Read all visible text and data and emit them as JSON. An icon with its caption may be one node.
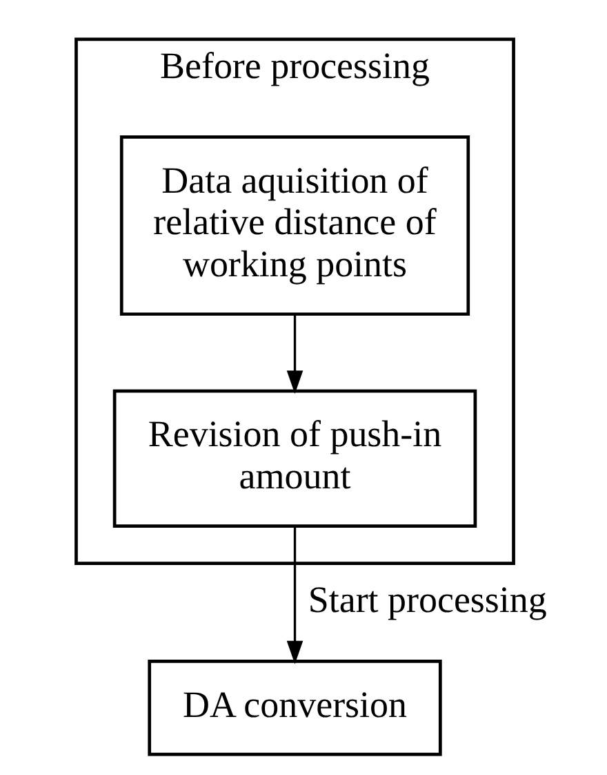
{
  "diagram": {
    "nodes": [
      {
        "text": [
          "Before processing"
        ]
      },
      {
        "text": [
          "Data aquisition of relative distance of working points"
        ],
        "in": 0
      },
      {
        "text": [
          "Revision of push-in amount"
        ],
        "in": 0
      },
      {
        "text": [
          "DA conversion"
        ]
      }
    ],
    "edges": [
      {
        "from": 1,
        "to": 2,
        "arrow": "to"
      },
      {
        "from": 2,
        "to": 3,
        "arrow": "to",
        "label": "Start processing"
      }
    ]
  }
}
